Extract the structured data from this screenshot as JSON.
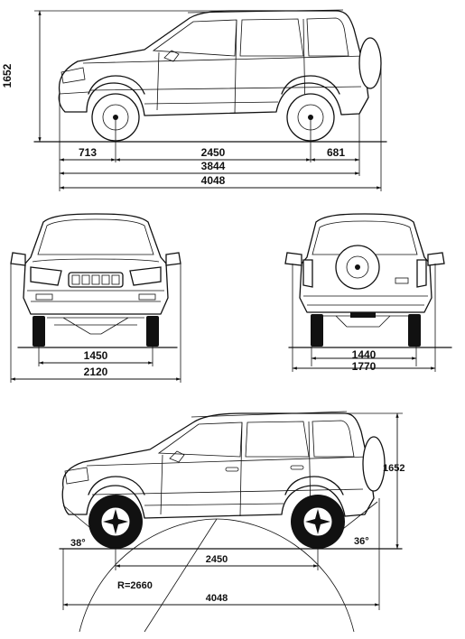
{
  "side_view_top": {
    "height": "1652",
    "front_overhang": "713",
    "wheelbase": "2450",
    "rear_overhang": "681",
    "length_body": "3844",
    "length_total": "4048"
  },
  "front_view": {
    "track": "1450",
    "width": "2120"
  },
  "rear_view": {
    "track": "1440",
    "width": "1770"
  },
  "side_view_bottom": {
    "height": "1652",
    "approach_angle": "38°",
    "departure_angle": "36°",
    "wheelbase": "2450",
    "ramp_radius": "R=2660",
    "length_total": "4048"
  }
}
